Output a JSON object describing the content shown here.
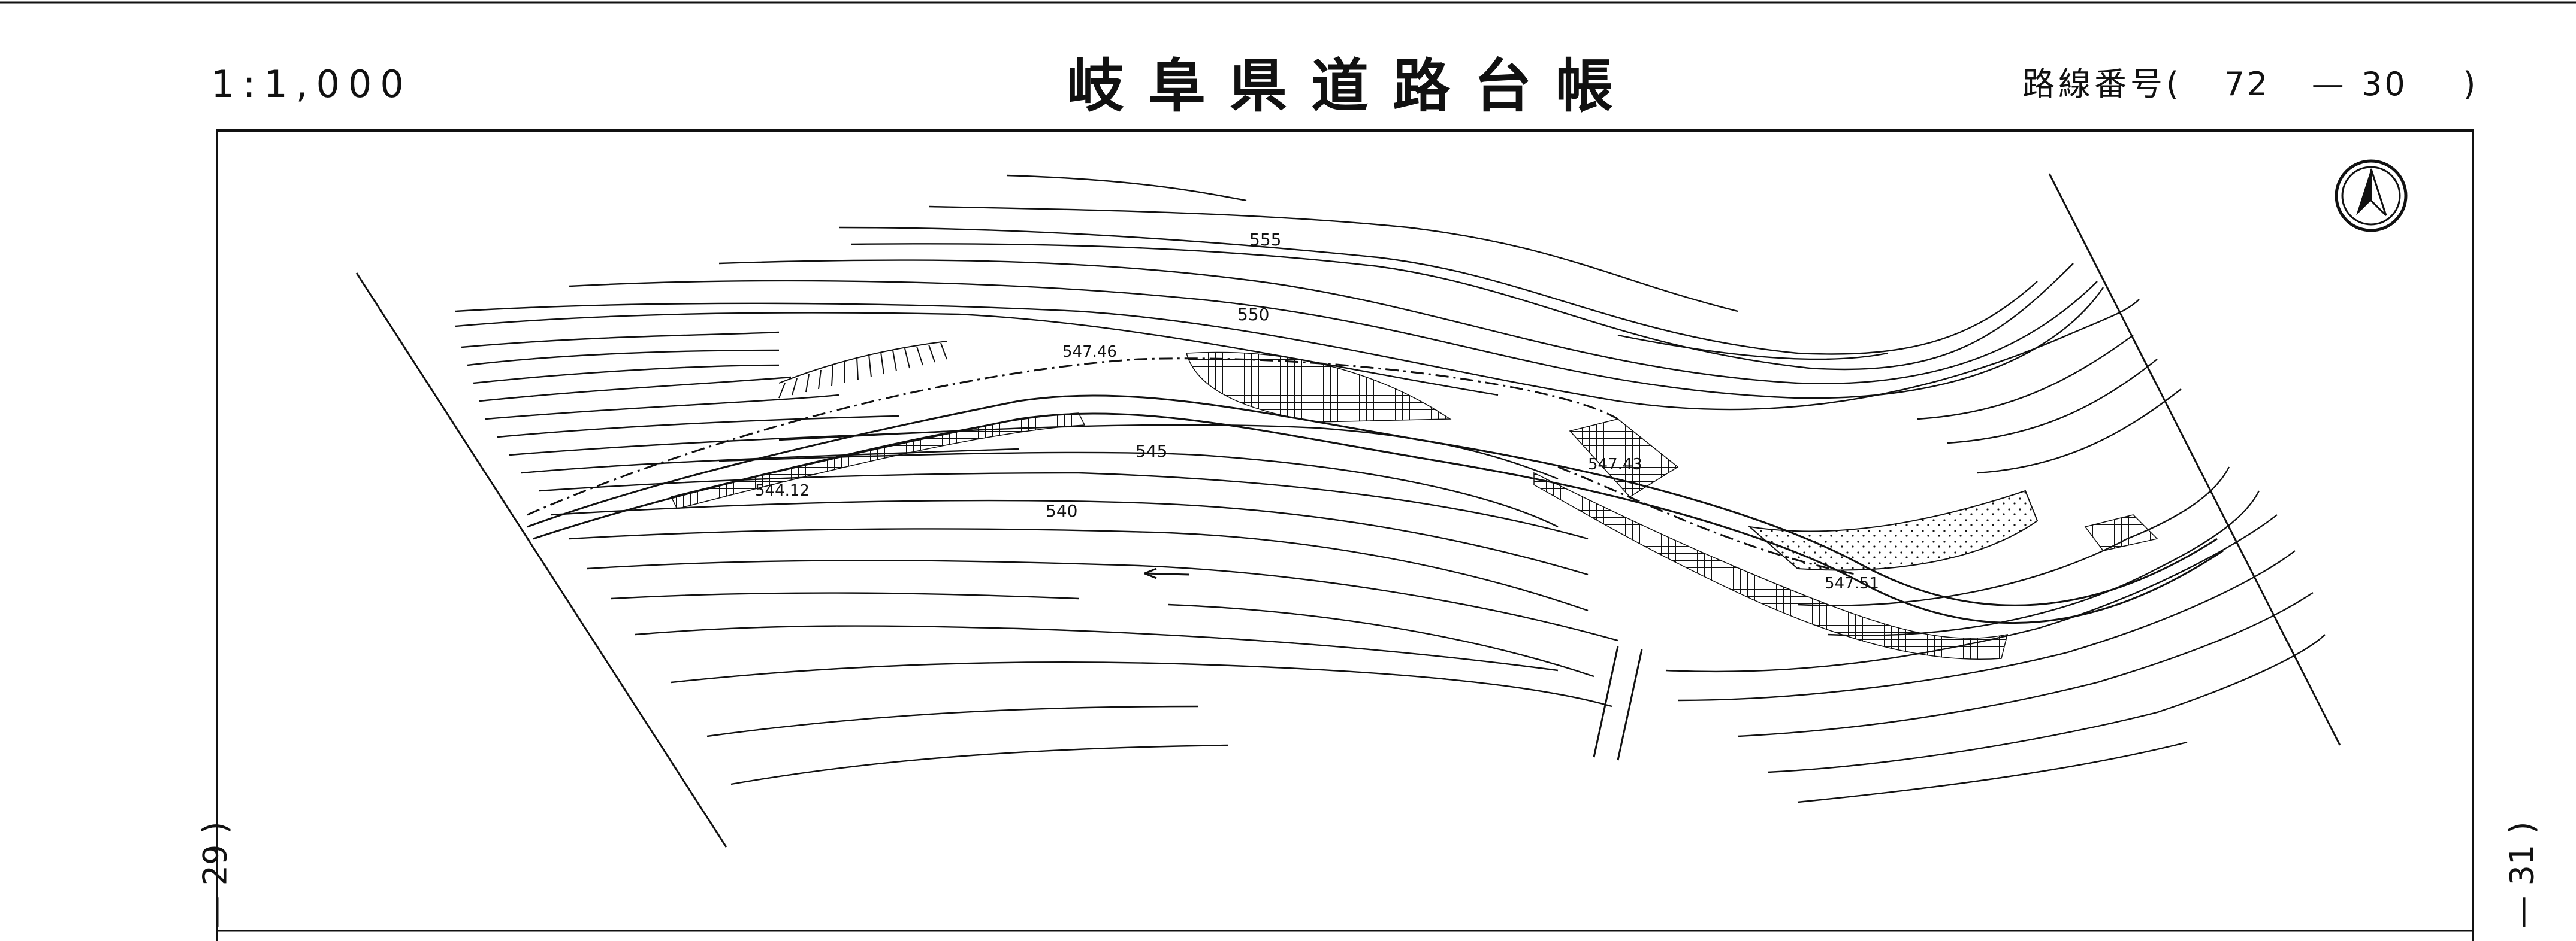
{
  "header": {
    "scale": "1:1,000",
    "title": "岐阜県道路台帳",
    "route_label": "路線番号(",
    "route_number": "72",
    "route_dash": "—",
    "route_sheet": "30",
    "route_close": ")"
  },
  "margins": {
    "left_sheet": "— 29 )",
    "right_sheet": "— 31 )"
  },
  "map": {
    "contour_labels": [
      "555",
      "550",
      "545",
      "540"
    ],
    "spot_heights": [
      "547.46",
      "544.12",
      "547.43",
      "547.51"
    ],
    "north_arrow": "north-arrow-icon",
    "line_color": "#111111"
  }
}
